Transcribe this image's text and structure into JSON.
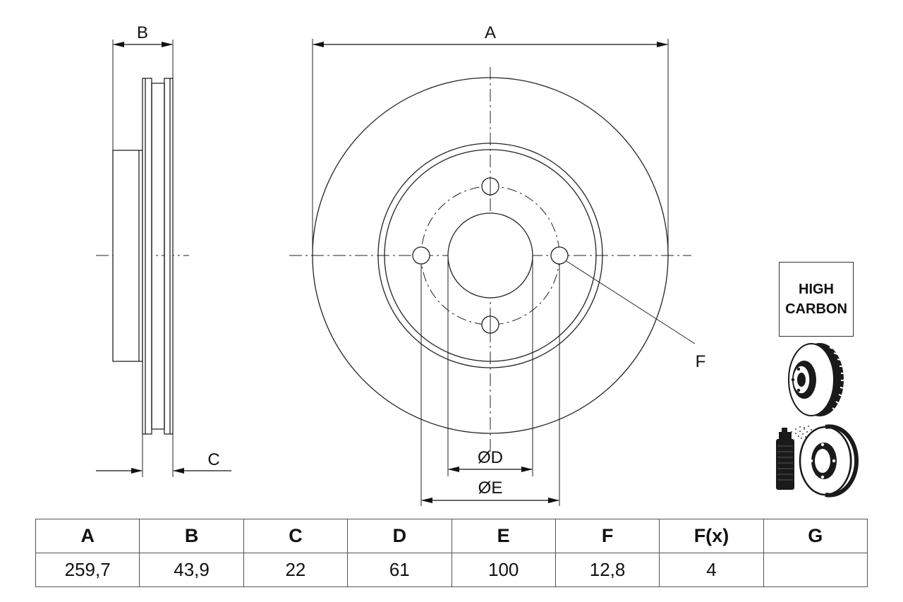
{
  "drawing": {
    "side_view": {
      "width_label": "B",
      "offset_label": "C"
    },
    "front_view": {
      "diameter_label": "A",
      "hub_bore_label": "ØD",
      "bolt_circle_label": "ØE",
      "hole_label": "F"
    }
  },
  "badges": {
    "high_carbon": {
      "line1": "HIGH",
      "line2": "CARBON"
    },
    "ventilated_disc": {
      "icon": "ventilated-disc-icon"
    },
    "coated_disc": {
      "icon": "spray-coating-icon"
    }
  },
  "spec_table": {
    "headers": [
      "A",
      "B",
      "C",
      "D",
      "E",
      "F",
      "F(x)",
      "G"
    ],
    "values": [
      "259,7",
      "43,9",
      "22",
      "61",
      "100",
      "12,8",
      "4",
      ""
    ]
  }
}
